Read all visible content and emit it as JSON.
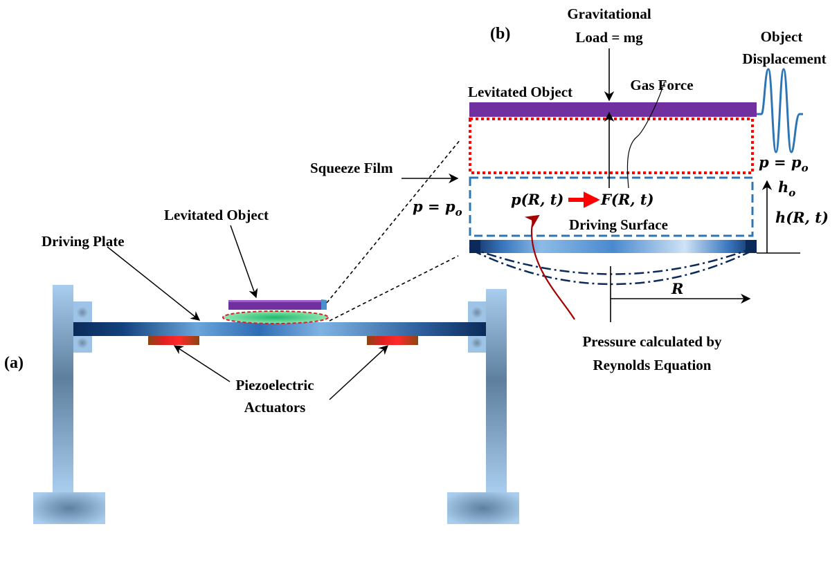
{
  "panel_a": {
    "panel_label": "(a)",
    "levitated_object_label": "Levitated Object",
    "driving_plate_label": "Driving Plate",
    "actuators_label_line1": "Piezoelectric",
    "actuators_label_line2": "Actuators"
  },
  "panel_b": {
    "panel_label": "(b)",
    "gravity_label_line1": "Gravitational",
    "gravity_label_line2": "Load = mg",
    "gas_force_label": "Gas  Force",
    "displacement_label_line1": "Object",
    "displacement_label_line2": "Displacement",
    "levitated_object_label": "Levitated Object",
    "squeeze_film_label": "Squeeze Film",
    "boundary_pressure_left": "p = p",
    "boundary_pressure_right": "p = p",
    "pressure_sub": "o",
    "pressure_field": "p(R, t)",
    "force_field": "F(R, t)",
    "driving_surface_label": "Driving Surface",
    "gap_nominal": "h",
    "gap_nominal_sub": "o",
    "gap_field": "h(R, t)",
    "radius_label": "R",
    "reynolds_label_line1": "Pressure calculated by",
    "reynolds_label_line2": "Reynolds Equation"
  },
  "colors": {
    "object": "#7030a0",
    "frame": "#9dc3e6",
    "frame_dark": "#5b7a99",
    "plate_dark": "#0b2a5a",
    "plate_light": "#5b9bd5",
    "actuator": "#e02020",
    "actuator_edge": "#8b4513",
    "film": "#2ecc71",
    "red_box": "#ff0000",
    "blue_box": "#2e75b6",
    "arrow_red": "#ff0000",
    "reynolds_arrow": "#a50000",
    "wave": "#2e75b6"
  }
}
